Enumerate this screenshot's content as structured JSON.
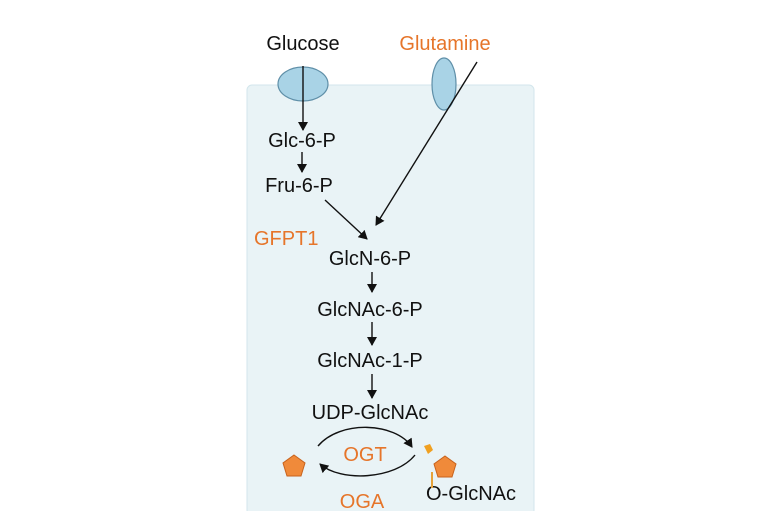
{
  "colors": {
    "background": "#ffffff",
    "cell": "#e9f3f6",
    "cell_border": "#d3e6ec",
    "transporter_fill": "#a9d3e6",
    "transporter_stroke": "#5f8fa8",
    "accent_orange": "#e6752a",
    "pentagon": "#f08a3a",
    "pentagon_stroke": "#c8621c",
    "text": "#111111",
    "arrow": "#111111"
  },
  "inputs": {
    "glucose": "Glucose",
    "glutamine": "Glutamine"
  },
  "metabolites": {
    "glc6p": "Glc-6-P",
    "fru6p": "Fru-6-P",
    "glcn6p": "GlcN-6-P",
    "glcnac6p": "GlcNAc-6-P",
    "glcnac1p": "GlcNAc-1-P",
    "udp_glcnac": "UDP-GlcNAc",
    "o_glcnac": "O-GlcNAc"
  },
  "enzymes": {
    "gfpt1": "GFPT1",
    "ogt": "OGT",
    "oga": "OGA"
  },
  "icons": {
    "transporter": "membrane-transporter-icon",
    "protein": "protein-pentagon-icon",
    "glcnac_tag": "glcnac-tag-icon"
  }
}
